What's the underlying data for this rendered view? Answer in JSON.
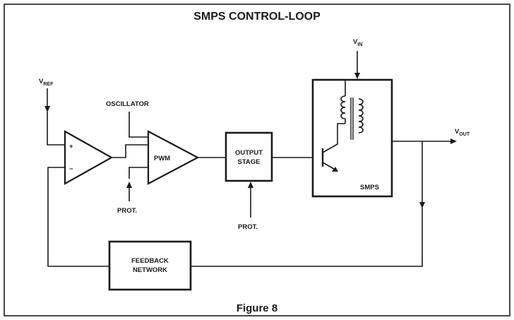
{
  "title": "SMPS CONTROL-LOOP",
  "caption": "Figure 8",
  "labels": {
    "v_ref_main": "V",
    "v_ref_sub": "REF",
    "v_in_main": "V",
    "v_in_sub": "IN",
    "v_out_main": "V",
    "v_out_sub": "OUT",
    "oscillator": "OSCILLATOR",
    "pwm": "PWM",
    "output_stage_line1": "OUTPUT",
    "output_stage_line2": "STAGE",
    "smps": "SMPS",
    "feedback_line1": "FEEDBACK",
    "feedback_line2": "NETWORK",
    "prot_pwm": "PROT.",
    "prot_output": "PROT.",
    "plus": "+",
    "minus": "−"
  }
}
